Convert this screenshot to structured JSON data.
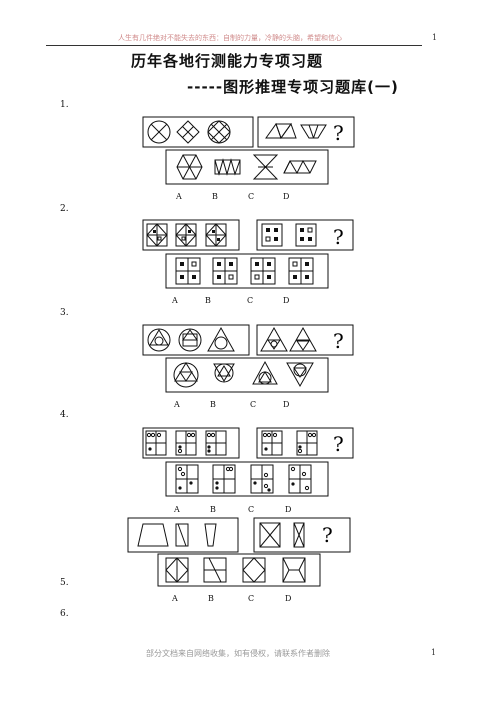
{
  "header": {
    "motto": "人生有几件绝对不能失去的东西：自制的力量，冷静的头脑，希望和信心",
    "page_number": "1"
  },
  "title": {
    "line1": "历年各地行测能力专项习题",
    "line2": "-----图形推理专项习题库(一)"
  },
  "questions": [
    {
      "number": "1.",
      "options": [
        "A",
        "B",
        "C",
        "D"
      ]
    },
    {
      "number": "2.",
      "options": [
        "A",
        "B",
        "C",
        "D"
      ]
    },
    {
      "number": "3.",
      "options": [
        "A",
        "B",
        "C",
        "D"
      ]
    },
    {
      "number": "4.",
      "options": [
        "A",
        "B",
        "C",
        "D"
      ]
    },
    {
      "number": "5.",
      "options": [
        "A",
        "B",
        "C",
        "D"
      ]
    },
    {
      "number": "6."
    }
  ],
  "question_mark": "?",
  "footer": {
    "disclaimer": "部分文档来自网络收集，如有侵权，请联系作者删除",
    "page_number": "1"
  }
}
